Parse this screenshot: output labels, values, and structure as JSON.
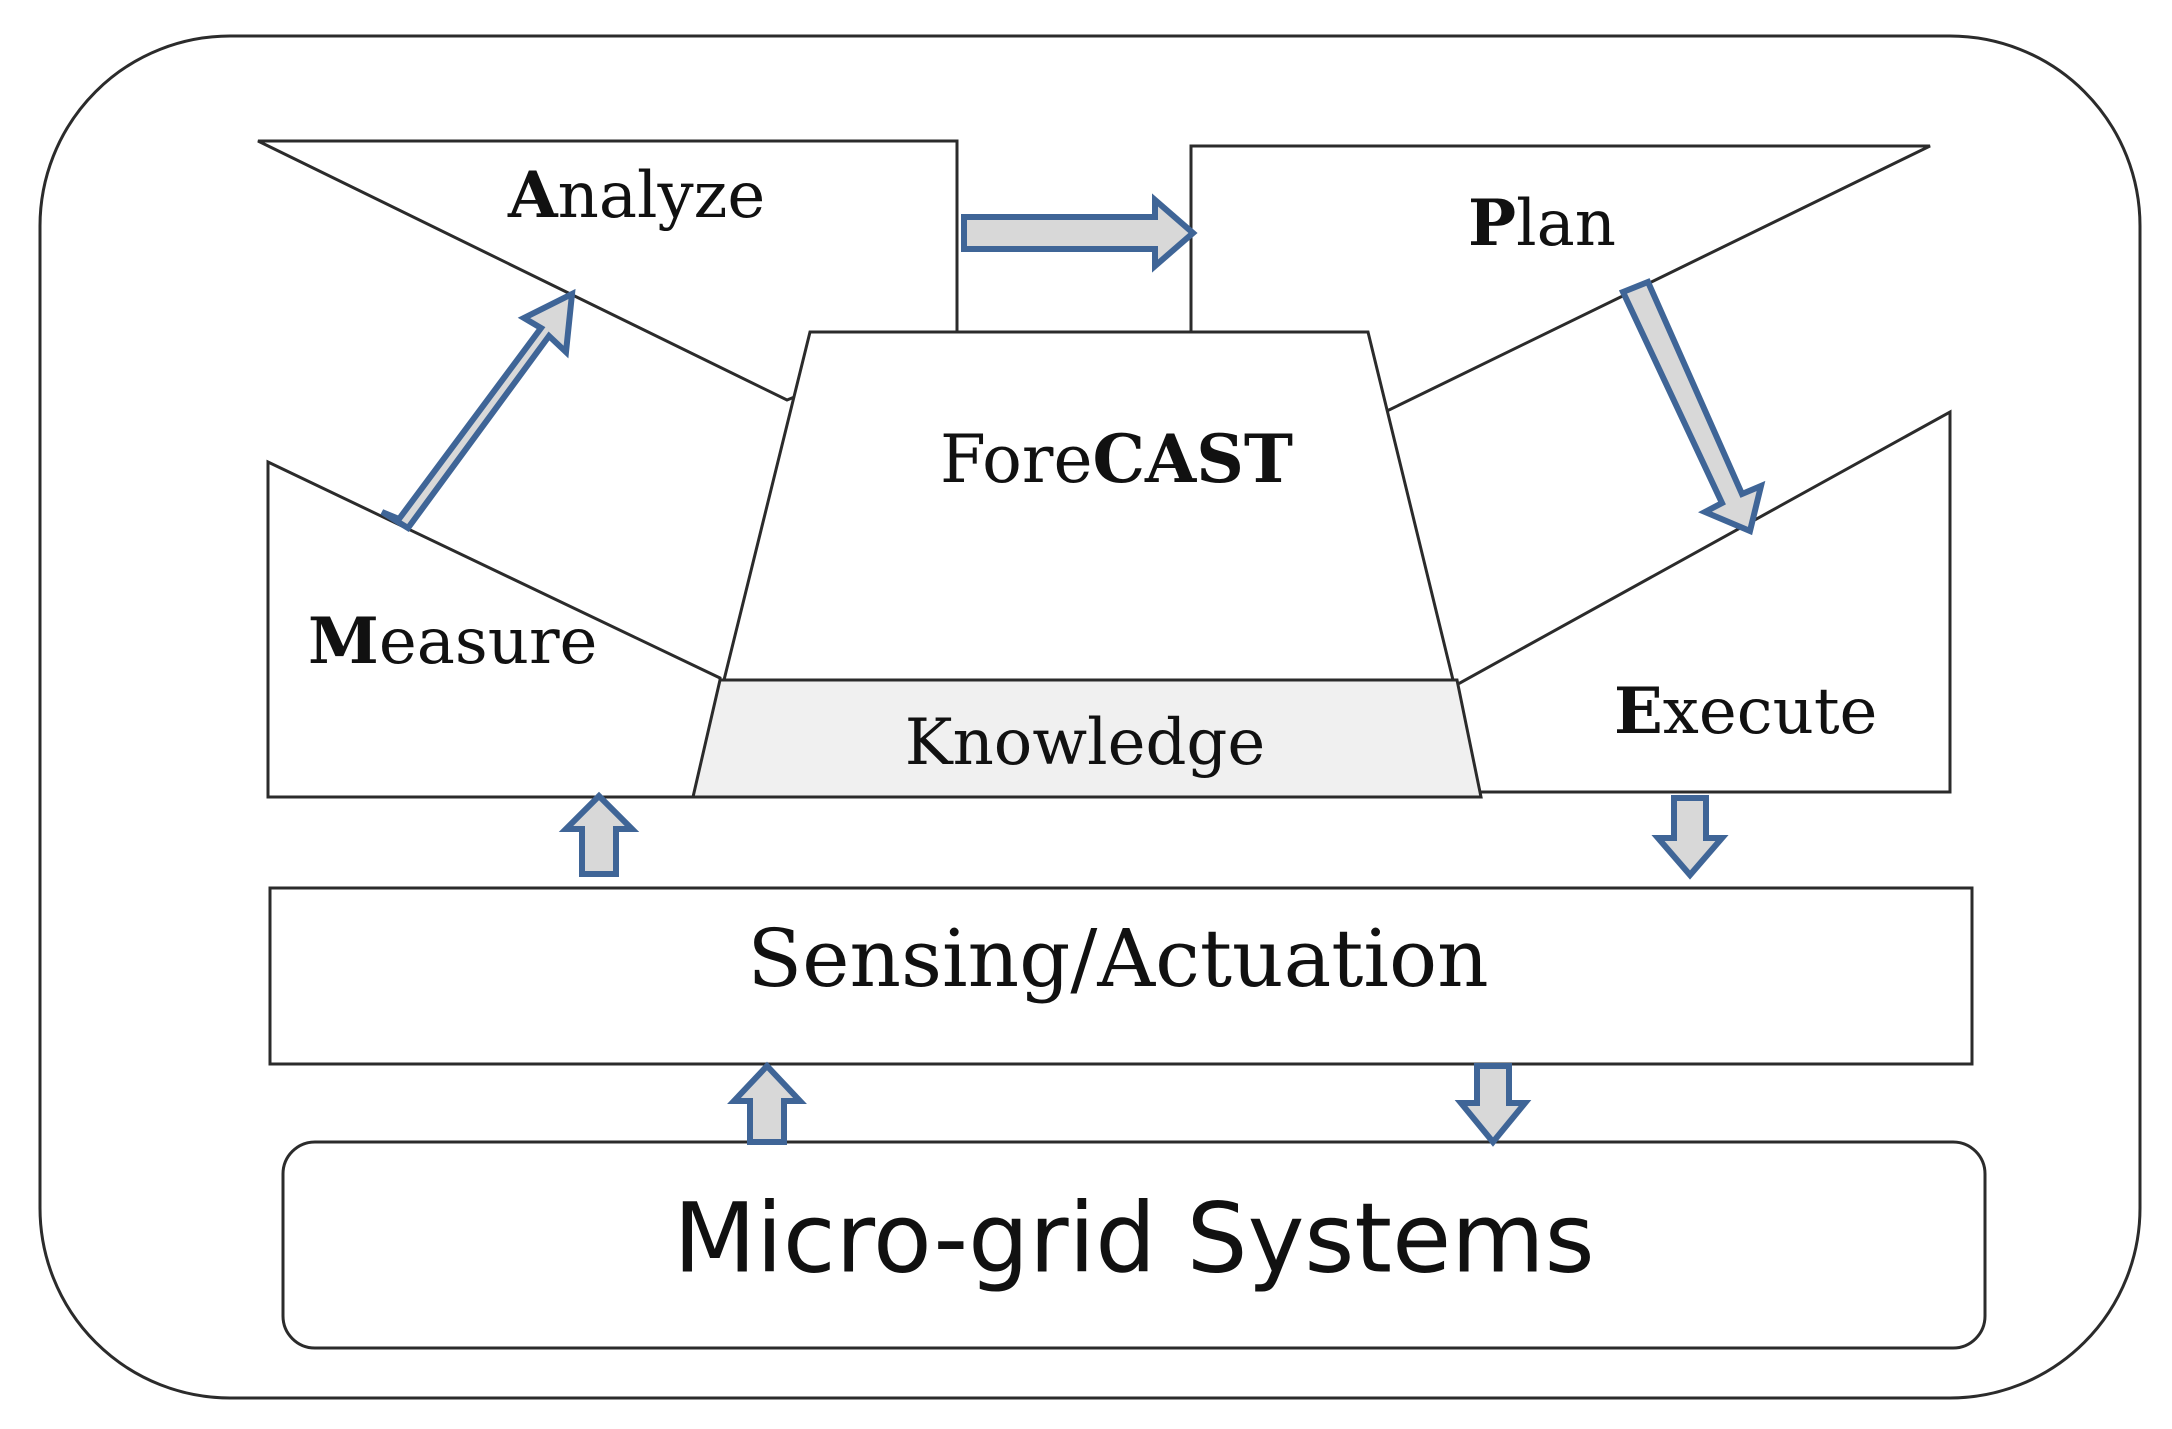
{
  "diagram": {
    "stages": {
      "analyze": {
        "initial": "A",
        "rest": "nalyze"
      },
      "plan": {
        "initial": "P",
        "rest": "lan"
      },
      "measure": {
        "initial": "M",
        "rest": "easure"
      },
      "execute": {
        "initial": "E",
        "rest": "xecute"
      }
    },
    "center": {
      "prefix": "Fore",
      "suffix": "CAST",
      "knowledge": "Knowledge"
    },
    "sensing_actuation": "Sensing/Actuation",
    "microgrid": "Micro-grid Systems",
    "colors": {
      "arrow_stroke": "#3f6597",
      "arrow_fill": "#d8d8d8",
      "knowledge_fill": "#f0f0f0"
    }
  }
}
